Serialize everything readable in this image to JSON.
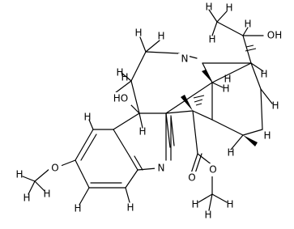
{
  "diagram": {
    "type": "chemical-structure",
    "atom_labels": {
      "h_methyl_top_left": "H",
      "h_methyl_top_right": "H",
      "h_methyl_top_mid": "H",
      "h_side_chain": "H",
      "hydroxyl_side_chain": "OH",
      "h_ring_top": "H",
      "h_ring_top2": "H",
      "nitrogen_bridge": "N",
      "h_n_bridge": "H",
      "h_bridge_right": "H",
      "h_bridge_right2": "H",
      "hydroxyl_left": "HO",
      "h_c_left": "H",
      "h_c_right": "H",
      "h_aromatic_top": "H",
      "h_aromatic_left": "H",
      "h_aromatic_bottom": "H",
      "h_aromatic_bottom2": "H",
      "nitrogen_indolenine": "N",
      "oxygen_methoxy": "O",
      "h_methoxy_1": "H",
      "h_methoxy_2": "H",
      "h_methoxy_3": "H",
      "oxygen_carbonyl": "O",
      "oxygen_ester": "O",
      "h_ester_1": "H",
      "h_ester_2": "H",
      "h_ester_3": "H",
      "h_cage_right": "H",
      "h_cage_right2": "H",
      "h_cage_bottom": "H"
    }
  }
}
